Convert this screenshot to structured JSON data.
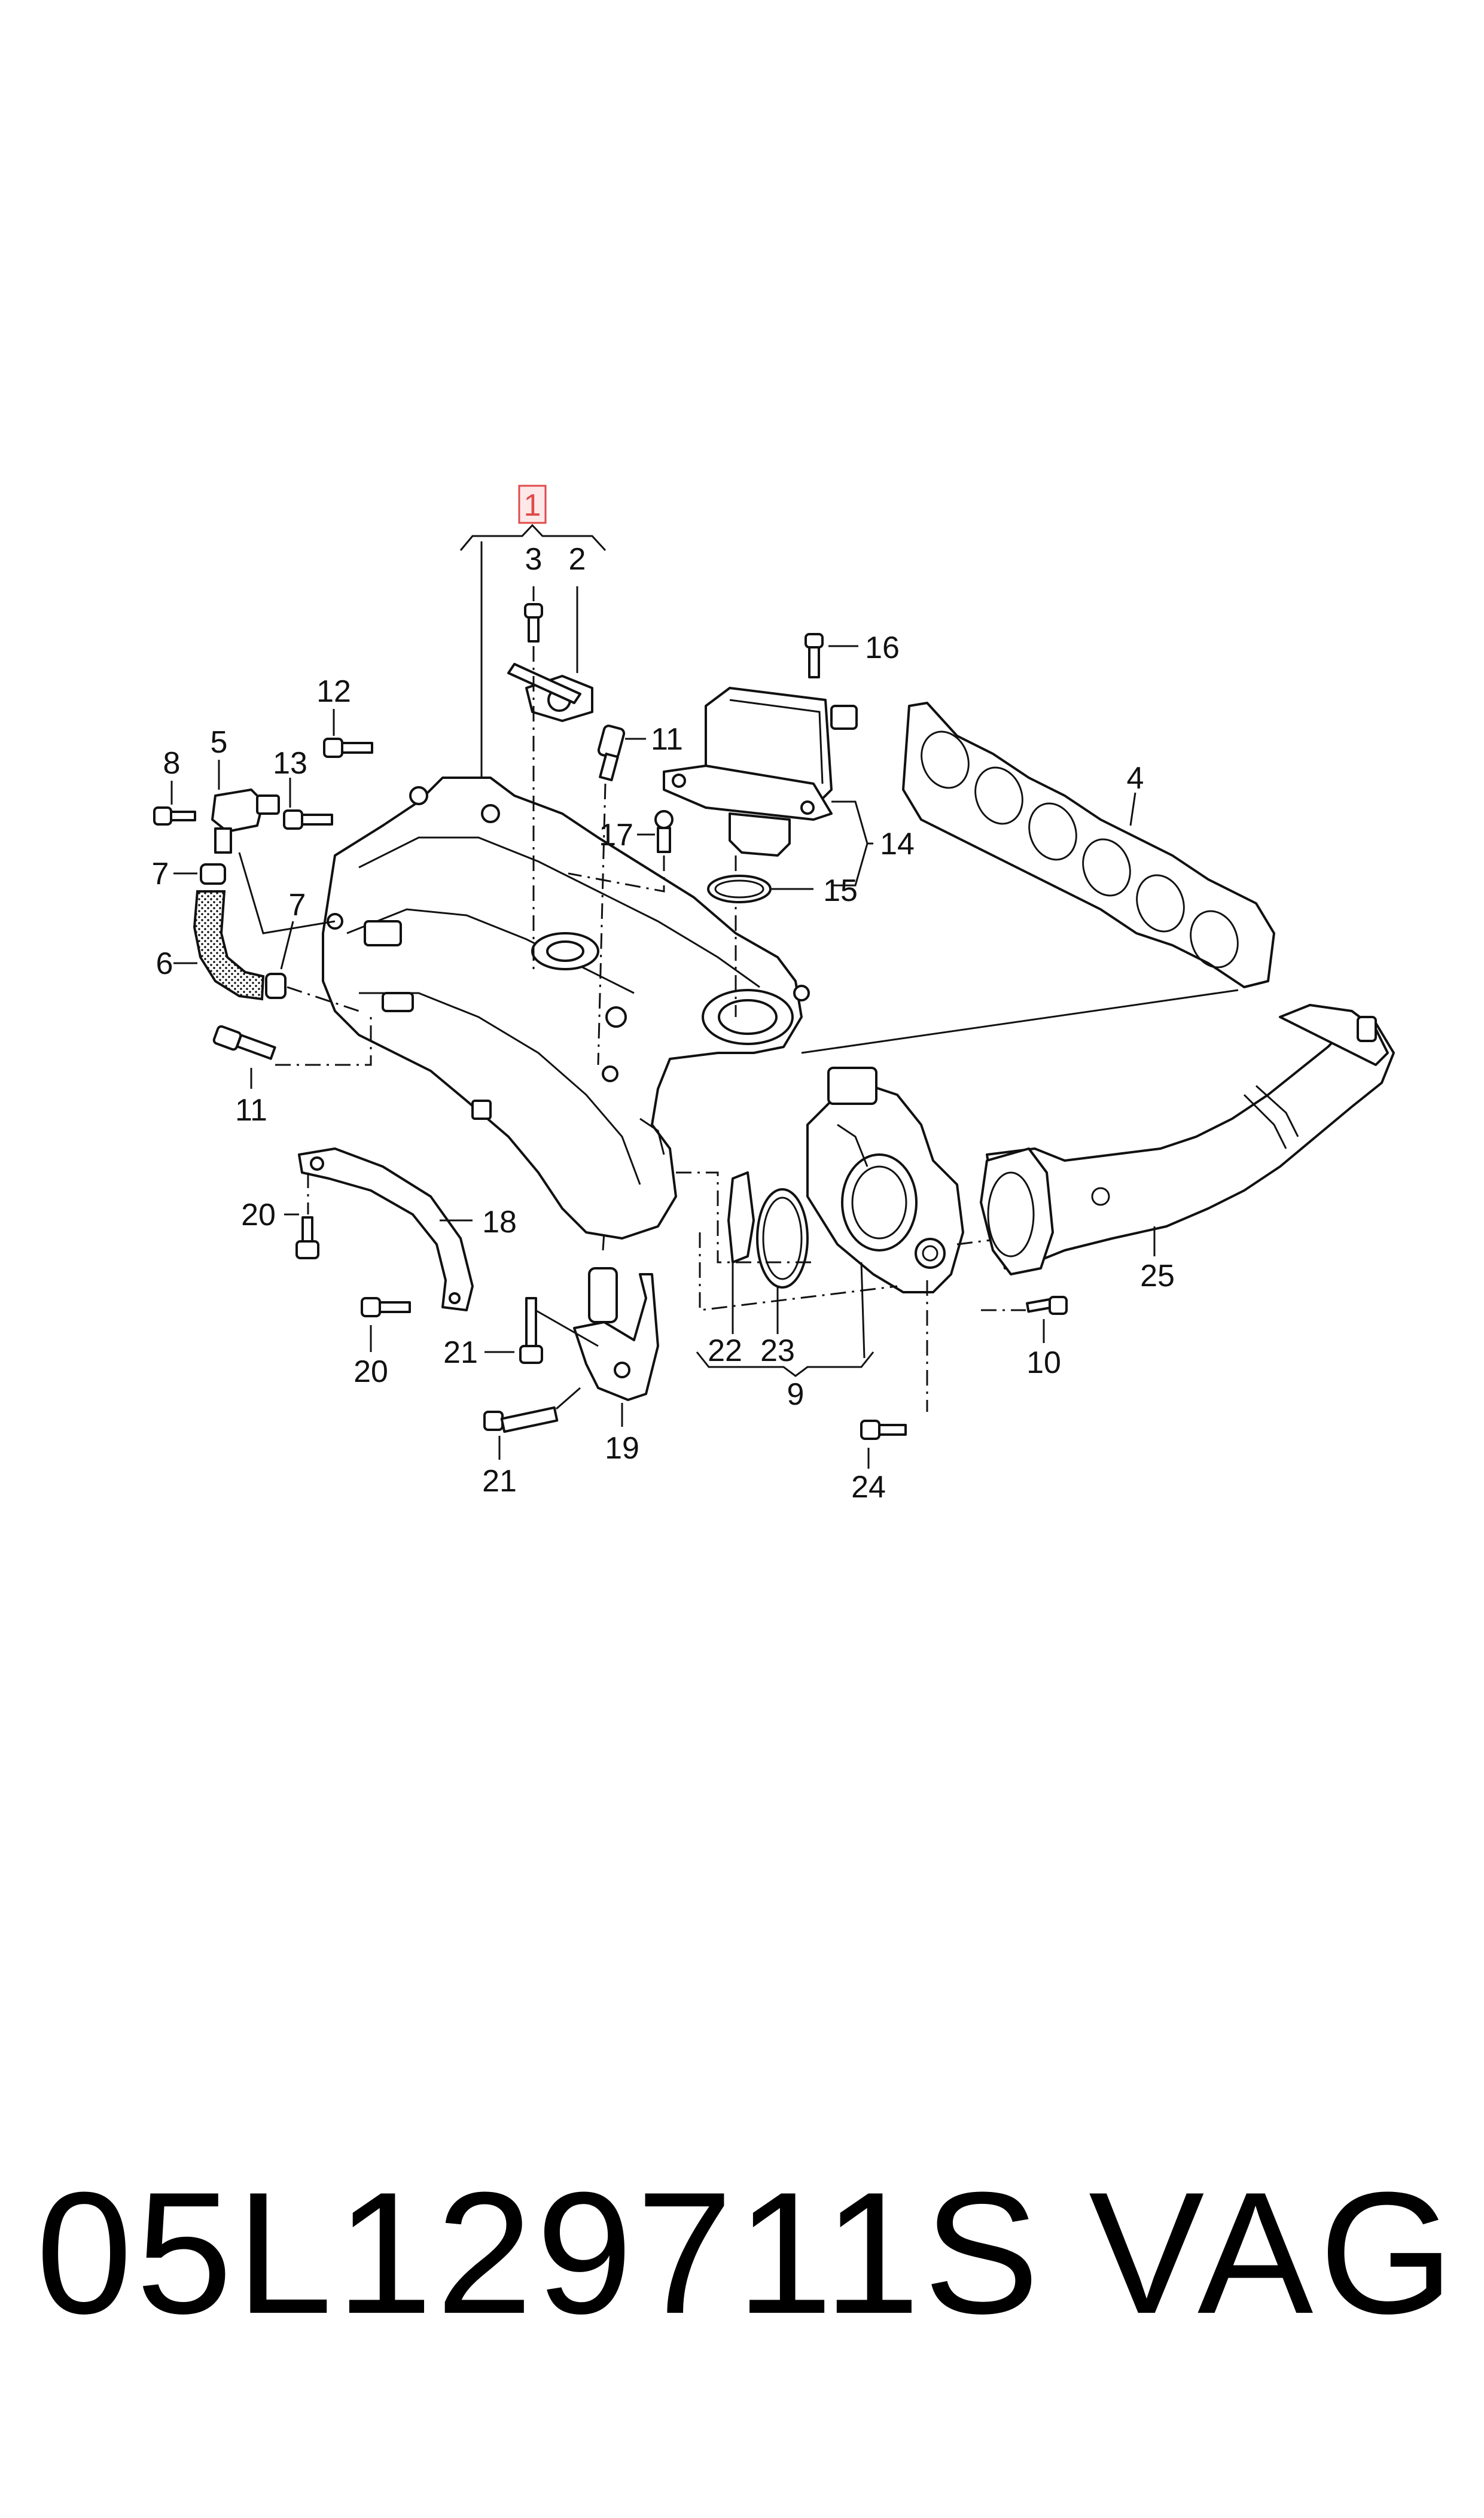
{
  "diagram": {
    "main_callout": "1",
    "highlight_color": "#e04a4a",
    "callouts": {
      "c2": "2",
      "c3": "3",
      "c4": "4",
      "c5": "5",
      "c6": "6",
      "c7a": "7",
      "c7b": "7",
      "c8": "8",
      "c9": "9",
      "c10": "10",
      "c11a": "11",
      "c11b": "11",
      "c12": "12",
      "c13": "13",
      "c14": "14",
      "c15": "15",
      "c16": "16",
      "c17": "17",
      "c18": "18",
      "c19": "19",
      "c20a": "20",
      "c20b": "20",
      "c21a": "21",
      "c21b": "21",
      "c22": "22",
      "c23": "23",
      "c24": "24",
      "c25": "25"
    }
  },
  "footer": {
    "part_number": "05L129711S",
    "brand": "VAG"
  }
}
